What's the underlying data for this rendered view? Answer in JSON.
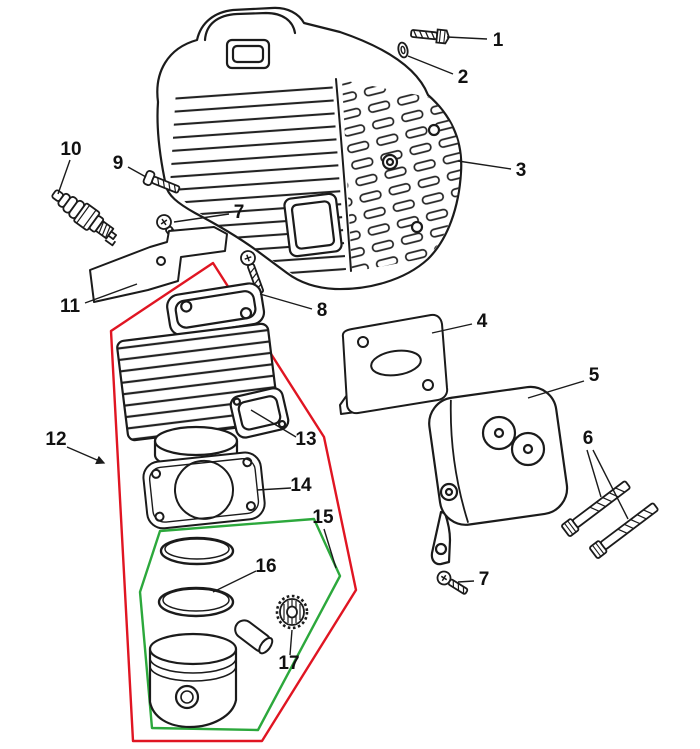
{
  "figure": {
    "type": "exploded-parts-diagram",
    "background": "#ffffff"
  },
  "colors": {
    "line": "#1b1b1b",
    "red": "#e01522",
    "green": "#2ca83c"
  },
  "callouts": {
    "n1": "1",
    "n2": "2",
    "n3": "3",
    "n4": "4",
    "n5": "5",
    "n6": "6",
    "n7_top": "7",
    "n7_bottom": "7",
    "n8": "8",
    "n9": "9",
    "n10": "10",
    "n11": "11",
    "n12": "12",
    "n13": "13",
    "n14": "14",
    "n15": "15",
    "n16": "16",
    "n17": "17"
  }
}
